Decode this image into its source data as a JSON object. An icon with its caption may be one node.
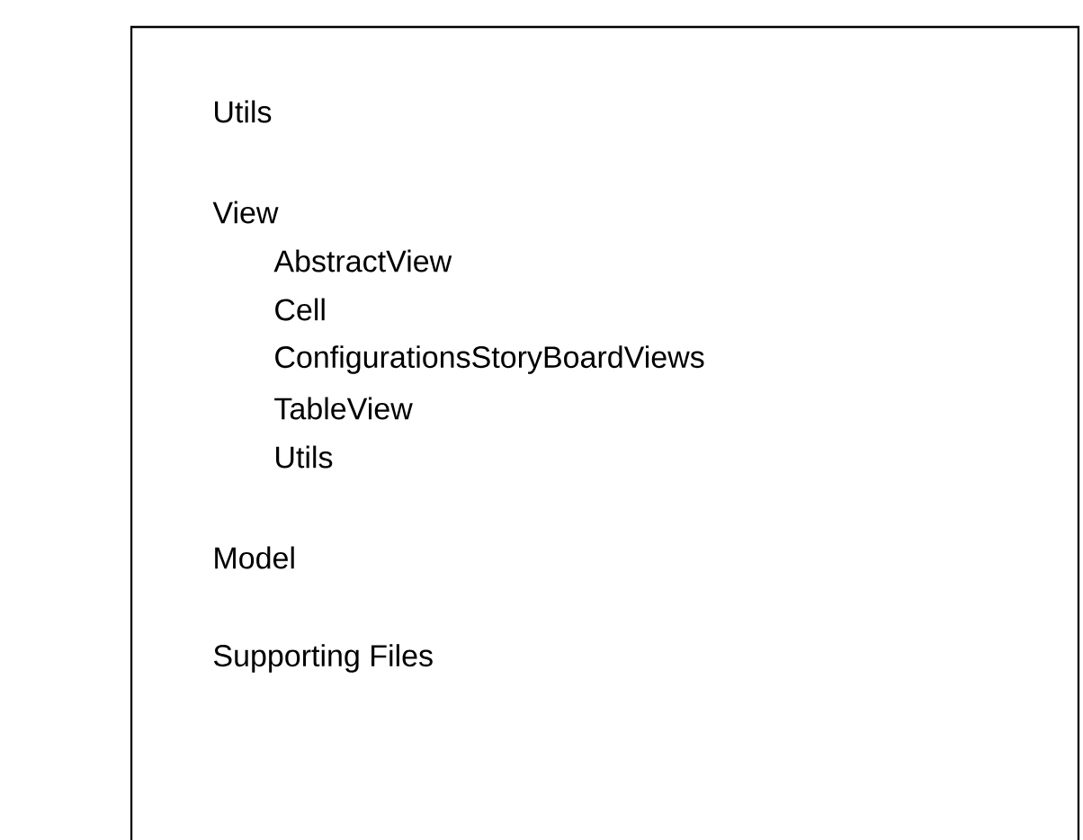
{
  "diagram": {
    "labels": [
      "Utils",
      "View",
      "AbstractView",
      "Cell",
      "ConfigurationsStoryBoardViews",
      "TableView",
      "Utils",
      "Model",
      "Supporting Files"
    ]
  }
}
